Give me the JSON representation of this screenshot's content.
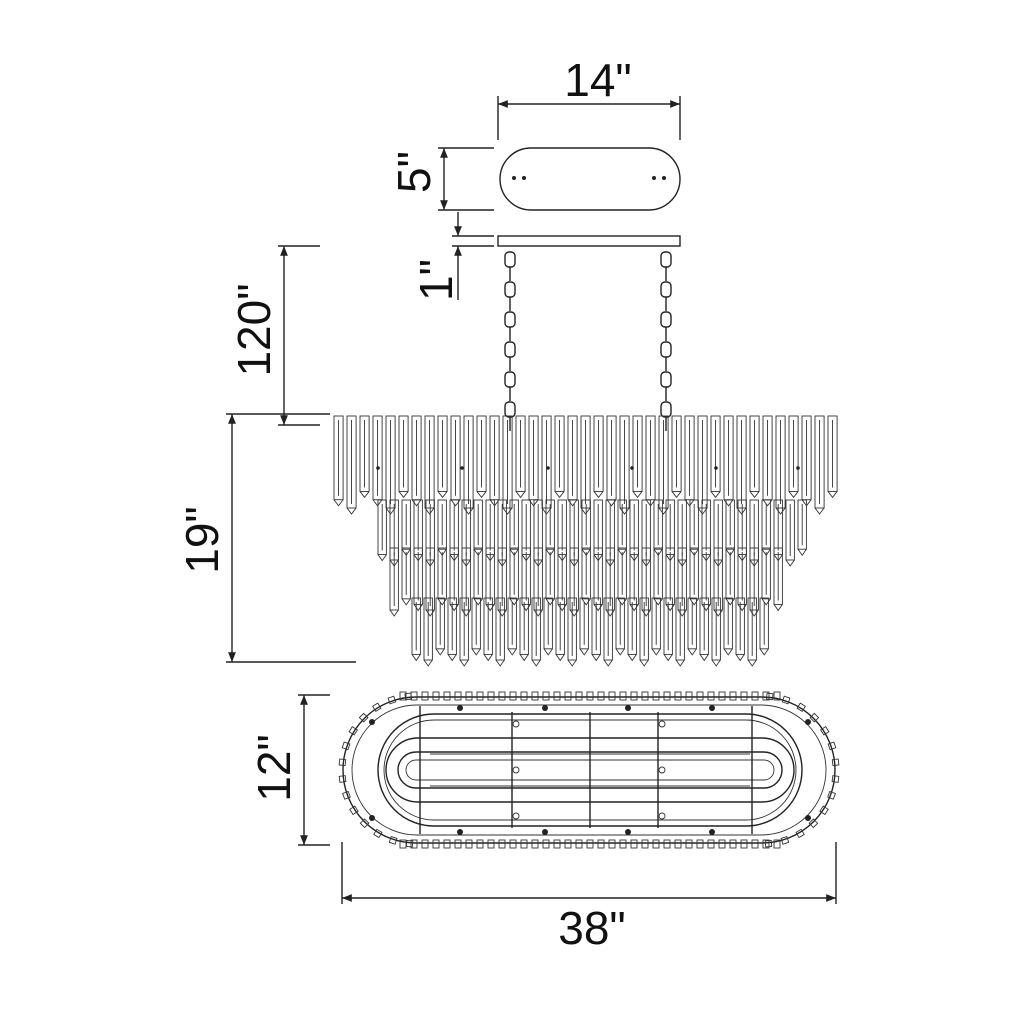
{
  "dimensions": {
    "canopy_width": "14\"",
    "canopy_height": "5\"",
    "canopy_gap": "1\"",
    "chain_length": "120\"",
    "body_height": "19\"",
    "body_depth": "12\"",
    "body_length": "38\""
  }
}
